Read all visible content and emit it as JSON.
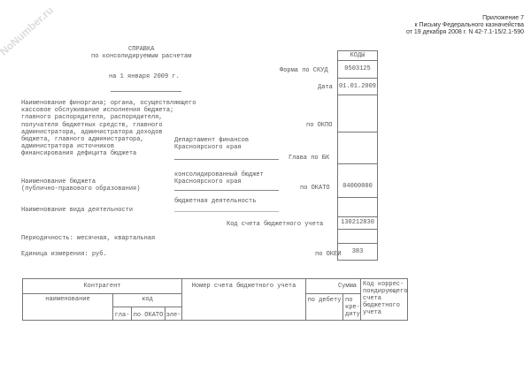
{
  "watermark": "NoNumber.ru",
  "appendix": [
    "Приложение 7",
    "к Письму Федерального казначейства",
    "от 19 декабря 2008 г. N 42-7.1-15/2.1-590"
  ],
  "title": "СПРАВКА",
  "subtitle": "по консолидируемым расчетам",
  "date_line": "на 1 января 2009 г.",
  "codes": {
    "header": "КОДЫ",
    "form_label": "Форма по СКУД",
    "form": "0503125",
    "date_label": "Дата",
    "date": "01.01.2009",
    "okpo_label": "по ОКПО",
    "okpo": "",
    "glava_label": "Глава по БК",
    "glava": "",
    "okato_label": "по ОКАТО",
    "okato": "04000000",
    "activity": "",
    "account_label": "Код счета бюджетного учета",
    "account": "130212830",
    "period": "",
    "okei_label": "по ОКЕИ",
    "okei": "383"
  },
  "fields": {
    "org_label": "Наименование финоргана; органа, осуществляющего\nкассовое обслуживание исполнения бюджета;\nглавного распорядителя, распорядителя,\nполучателя бюджетных средств, главного\nадминистратора, администратора доходов\nбюджета, главного администратора,\nадминистратора источников\nфинансирования дефицита бюджета",
    "org_value": "Департамент финансов\nКрасноярского края",
    "budget_label": "Наименование бюджета\n(публично-правового образования)",
    "budget_value": "консолидированный бюджет\nКрасноярского края",
    "activity_label": "Наименование вида деятельности",
    "activity_value": "бюджетная деятельность",
    "periodicity": "Периодичность: месячная, квартальная",
    "unit": "Единица измерения: руб."
  },
  "table": {
    "counterparty": "Контрагент",
    "name": "наименование",
    "code": "код",
    "glava": "гла-",
    "okato": "по ОКАТО",
    "element": "эле-",
    "account": "Номер счета бюджетного учета",
    "sum": "Сумма",
    "debit": "по дебету",
    "credit": "по\nкре-\nдиту",
    "corr": "Код коррес-\nпондирующего\nсчета\nбюджетного\nучета"
  }
}
